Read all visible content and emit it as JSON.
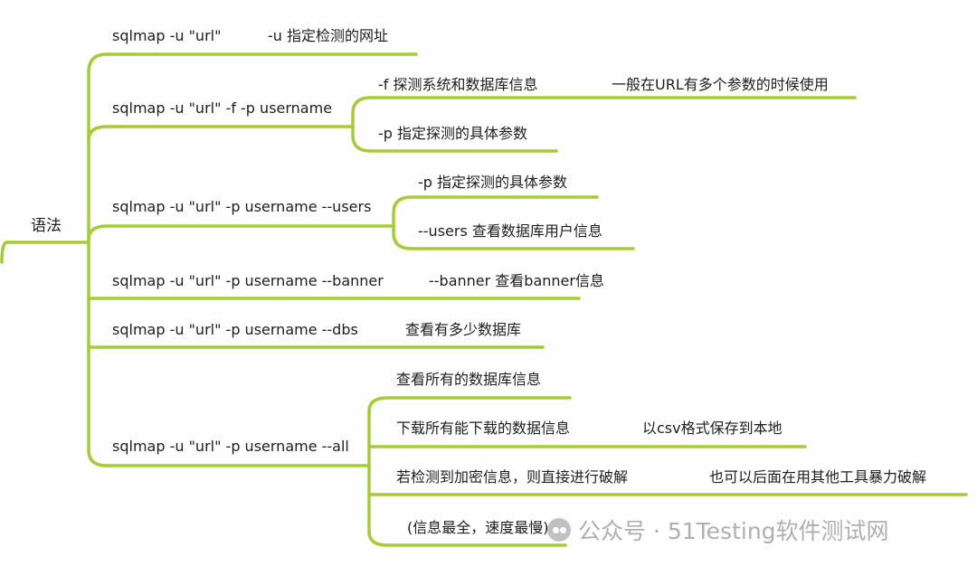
{
  "root": {
    "label": "语法"
  },
  "branches": [
    {
      "command": "sqlmap -u \"url\"",
      "notes": [
        "-u 指定检测的网址"
      ]
    },
    {
      "command": "sqlmap -u \"url\" -f -p username",
      "notes": [
        "-f 探测系统和数据库信息",
        "-p 指定探测的具体参数"
      ],
      "extra": "一般在URL有多个参数的时候使用"
    },
    {
      "command": "sqlmap -u \"url\" -p username --users",
      "notes": [
        "-p 指定探测的具体参数",
        "--users 查看数据库用户信息"
      ]
    },
    {
      "command": "sqlmap -u \"url\" -p username --banner",
      "notes": [
        "--banner 查看banner信息"
      ]
    },
    {
      "command": "sqlmap -u \"url\" -p username --dbs",
      "notes": [
        "查看有多少数据库"
      ]
    },
    {
      "command": "sqlmap -u \"url\" -p username --all",
      "notes": [
        "查看所有的数据库信息",
        "下载所有能下载的数据信息",
        "若检测到加密信息，则直接进行破解",
        "(信息最全，速度最慢)"
      ],
      "extras": [
        "以csv格式保存到本地",
        "也可以后面在用其他工具暴力破解"
      ]
    }
  ],
  "watermark": {
    "text": "公众号 · 51Testing软件测试网",
    "icon": "wechat-icon"
  },
  "colors": {
    "branch": "#a6cc33",
    "text": "#1e1e1e",
    "background": "#fefefe"
  }
}
